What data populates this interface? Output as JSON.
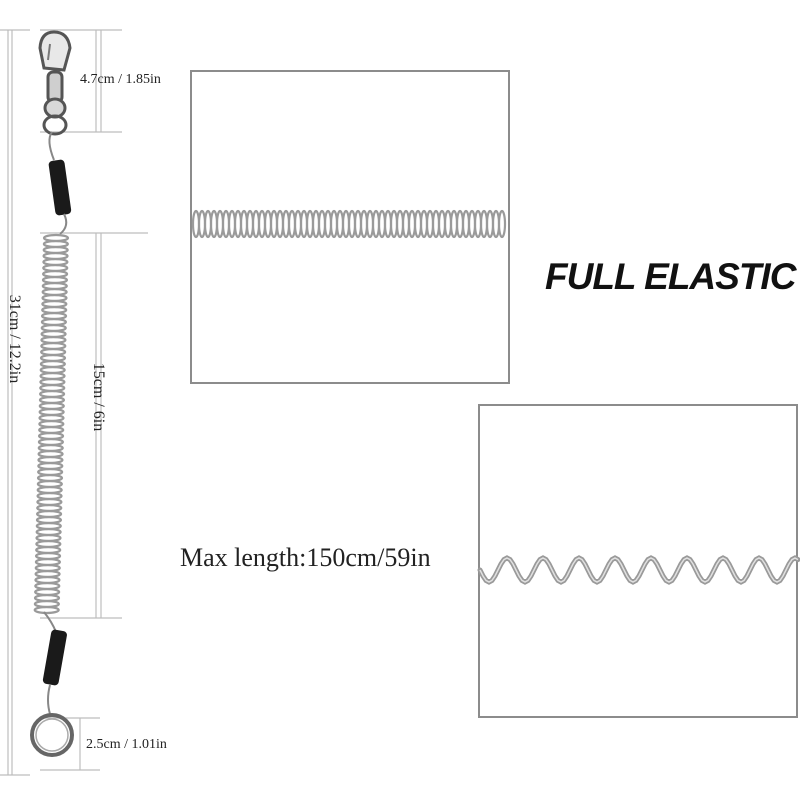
{
  "dimensions": {
    "clip_size": "4.7cm / 1.85in",
    "total_length": "31cm / 12.2in",
    "coil_length": "15cm / 6in",
    "ring_size": "2.5cm / 1.01in"
  },
  "headline": "FULL ELASTIC",
  "max_length": "Max length:150cm/59in",
  "colors": {
    "coil": "#9a9a9a",
    "sleeve": "#1a1a1a",
    "panel_border": "#8c8c8c",
    "guide_lines": "#bdbdbd"
  }
}
